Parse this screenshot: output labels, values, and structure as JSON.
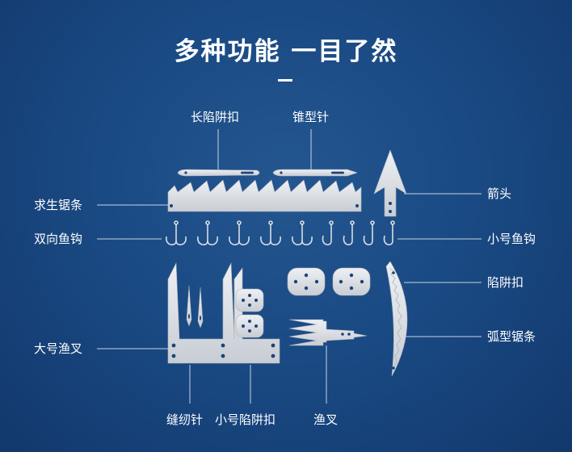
{
  "heading": "多种功能 一目了然",
  "labels": {
    "long_trap_buckle": "长陷阱扣",
    "awl_needle": "锥型针",
    "arrow_head": "箭头",
    "survival_saw": "求生锯条",
    "double_fish_hook": "双向鱼钩",
    "small_fish_hook": "小号鱼钩",
    "trap_buckle": "陷阱扣",
    "large_fishing_spear": "大号渔叉",
    "arc_saw": "弧型锯条",
    "sewing_needle": "缝纫针",
    "small_trap_buckle": "小号陷阱扣",
    "fishing_spear": "渔叉"
  },
  "colors": {
    "background": "#1a4a84",
    "metal": "#d9dde3",
    "metal_edge": "#aeb4bd",
    "hole": "#1b4478",
    "line": "#c9d3e0"
  },
  "tools": [
    "long-trap-buckle",
    "awl-needle",
    "survival-saw",
    "arrow-head",
    "fish-hooks",
    "large-fishing-spear",
    "sewing-needles",
    "small-trap-buckles",
    "trap-buckles",
    "small-fishing-spear",
    "arc-saw"
  ]
}
